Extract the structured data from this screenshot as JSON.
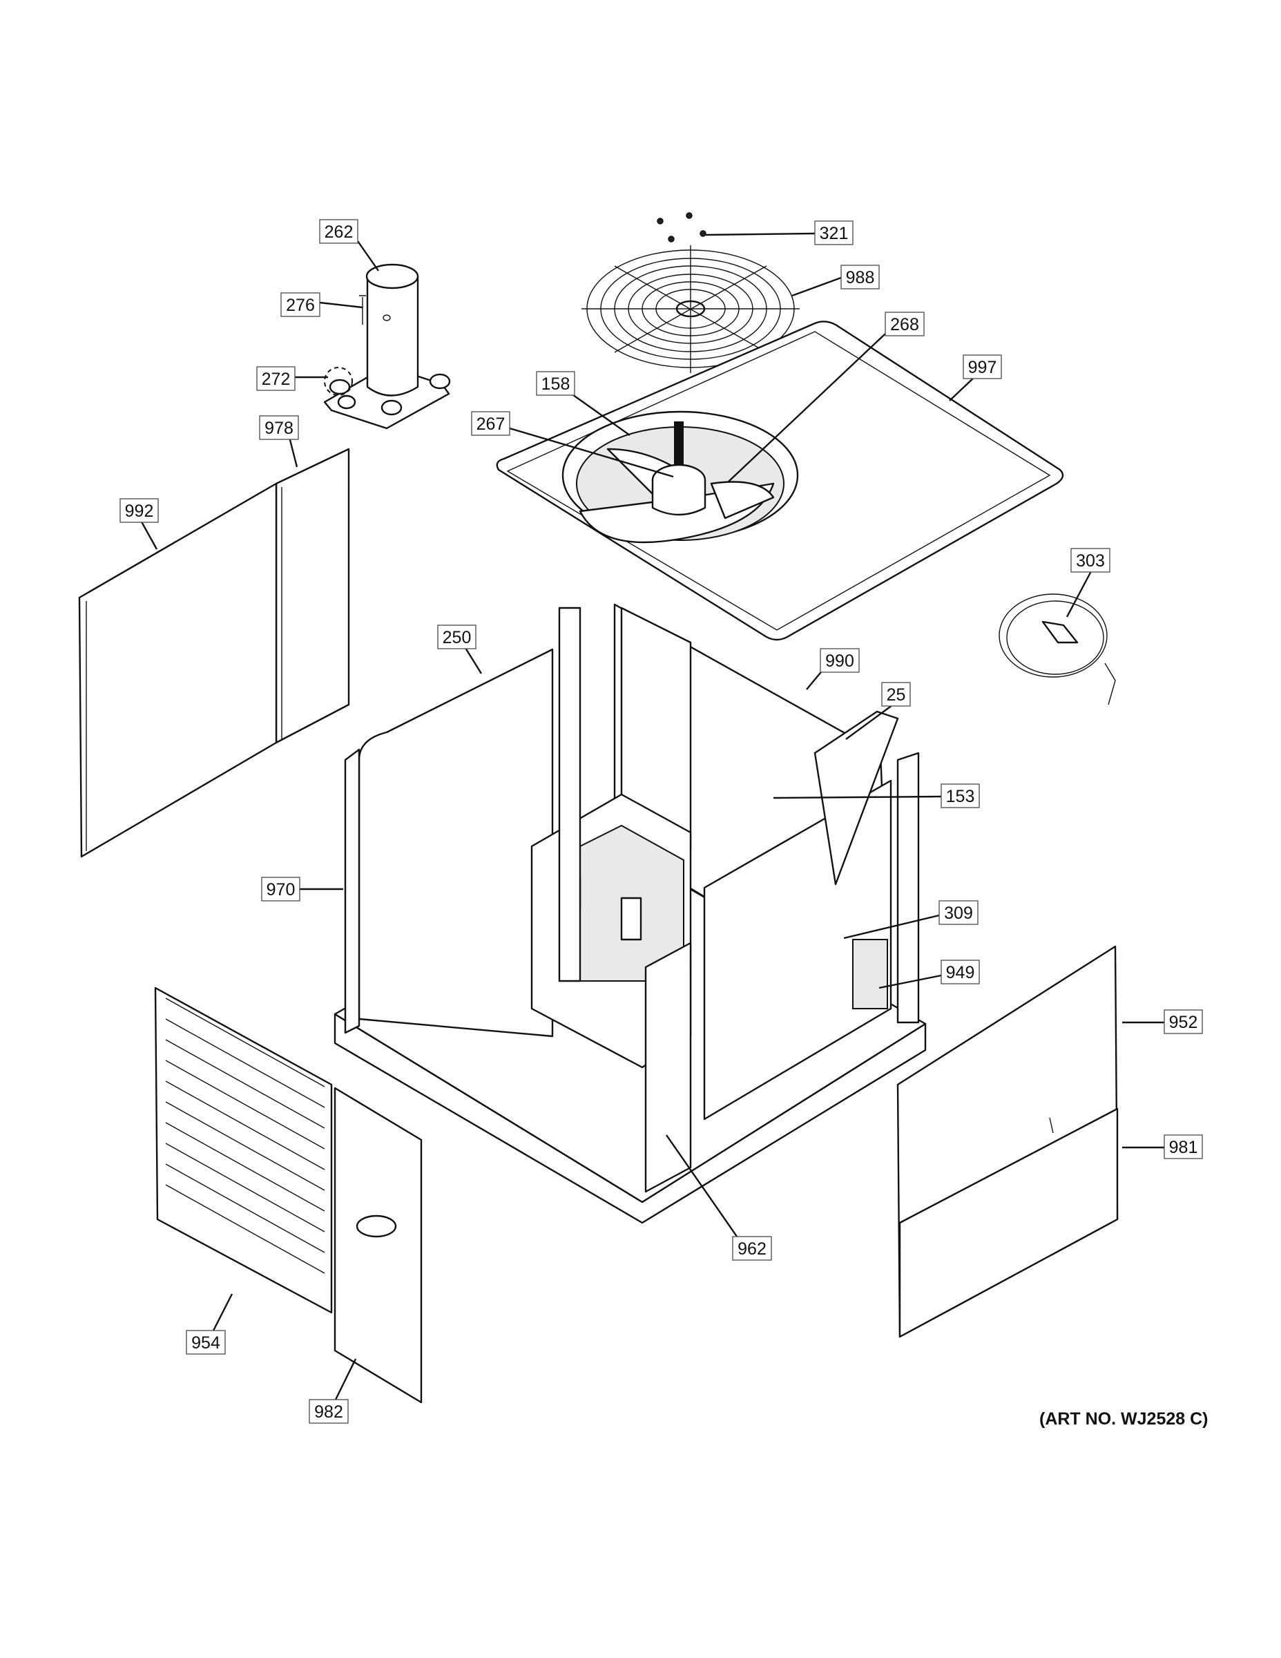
{
  "art_number": "(ART NO. WJ2528 C)",
  "callouts": [
    {
      "id": "c262",
      "label": "262"
    },
    {
      "id": "c276",
      "label": "276"
    },
    {
      "id": "c272",
      "label": "272"
    },
    {
      "id": "c321",
      "label": "321"
    },
    {
      "id": "c988",
      "label": "988"
    },
    {
      "id": "c268",
      "label": "268"
    },
    {
      "id": "c997",
      "label": "997"
    },
    {
      "id": "c158",
      "label": "158"
    },
    {
      "id": "c267",
      "label": "267"
    },
    {
      "id": "c978",
      "label": "978"
    },
    {
      "id": "c992",
      "label": "992"
    },
    {
      "id": "c303",
      "label": "303"
    },
    {
      "id": "c250",
      "label": "250"
    },
    {
      "id": "c990",
      "label": "990"
    },
    {
      "id": "c25",
      "label": "25"
    },
    {
      "id": "c153",
      "label": "153"
    },
    {
      "id": "c970",
      "label": "970"
    },
    {
      "id": "c309",
      "label": "309"
    },
    {
      "id": "c949",
      "label": "949"
    },
    {
      "id": "c952",
      "label": "952"
    },
    {
      "id": "c981",
      "label": "981"
    },
    {
      "id": "c962",
      "label": "962"
    },
    {
      "id": "c954",
      "label": "954"
    },
    {
      "id": "c982",
      "label": "982"
    }
  ]
}
